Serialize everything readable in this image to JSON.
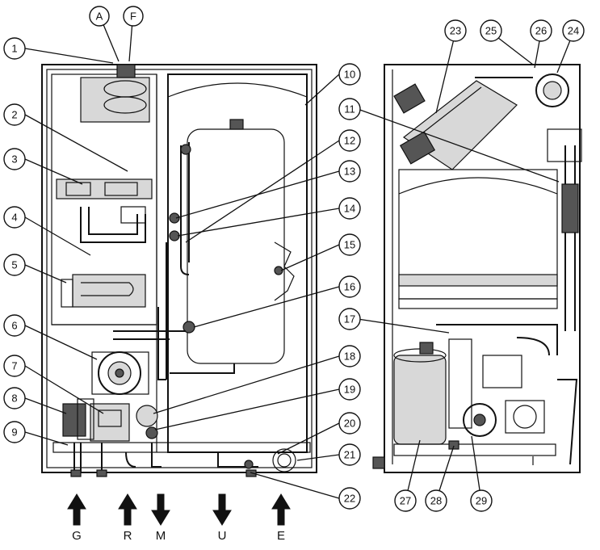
{
  "callouts": [
    {
      "label": "1"
    },
    {
      "label": "2"
    },
    {
      "label": "3"
    },
    {
      "label": "4"
    },
    {
      "label": "5"
    },
    {
      "label": "6"
    },
    {
      "label": "7"
    },
    {
      "label": "8"
    },
    {
      "label": "9"
    },
    {
      "label": "10"
    },
    {
      "label": "11"
    },
    {
      "label": "12"
    },
    {
      "label": "13"
    },
    {
      "label": "14"
    },
    {
      "label": "15"
    },
    {
      "label": "16"
    },
    {
      "label": "17"
    },
    {
      "label": "18"
    },
    {
      "label": "19"
    },
    {
      "label": "20"
    },
    {
      "label": "21"
    },
    {
      "label": "22"
    },
    {
      "label": "23"
    },
    {
      "label": "24"
    },
    {
      "label": "25"
    },
    {
      "label": "26"
    },
    {
      "label": "27"
    },
    {
      "label": "28"
    },
    {
      "label": "29"
    },
    {
      "label": "A"
    },
    {
      "label": "F"
    }
  ],
  "connections": [
    {
      "label": "G",
      "direction": "up"
    },
    {
      "label": "R",
      "direction": "up"
    },
    {
      "label": "M",
      "direction": "down"
    },
    {
      "label": "U",
      "direction": "down"
    },
    {
      "label": "E",
      "direction": "up"
    }
  ]
}
